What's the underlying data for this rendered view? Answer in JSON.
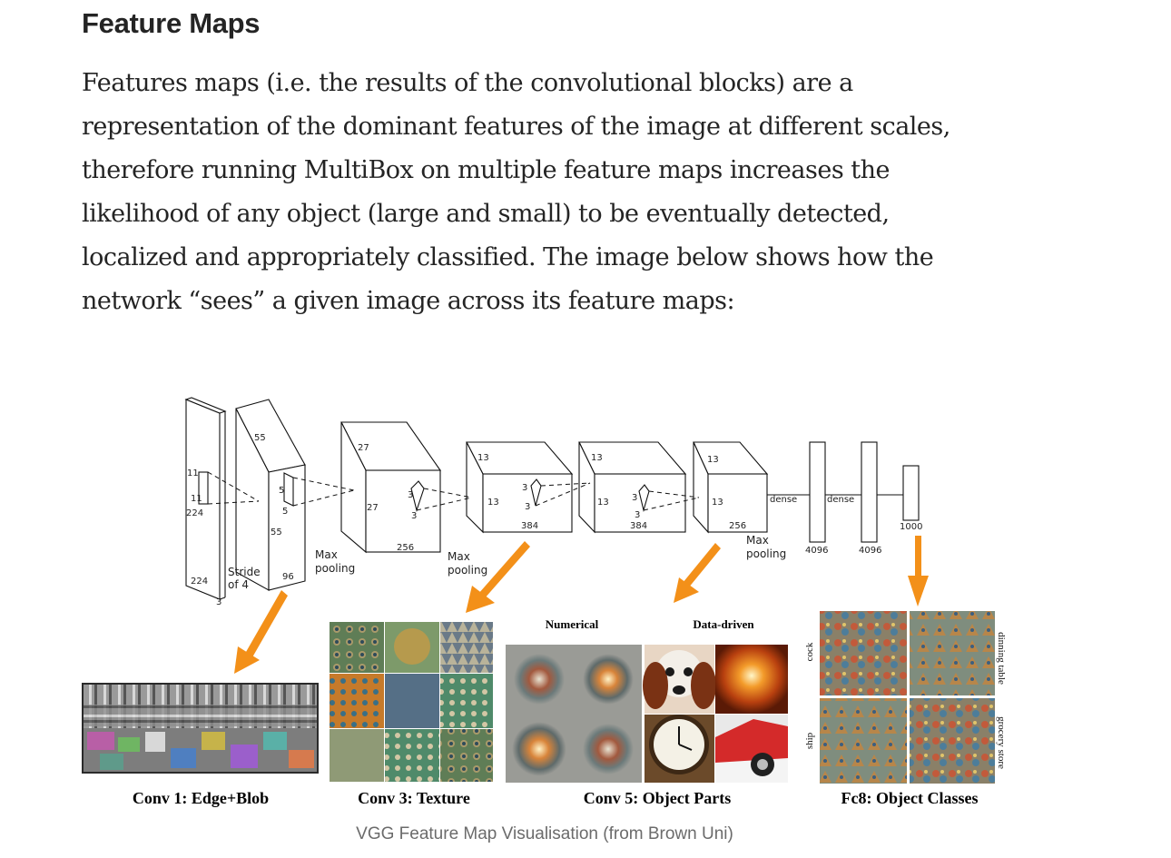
{
  "article": {
    "section_title": "Feature Maps",
    "paragraph": "Features maps (i.e. the results of the convolutional blocks) are a representation of the dominant features of the image at different scales, therefore running MultiBox on multiple feature maps increases the likelihood of any object (large and small) to be eventually detected, localized and appropriately classified. The image below shows how the network “sees” a given image across its feature maps:"
  },
  "figure": {
    "caption": "VGG Feature Map Visualisation (from Brown Uni)",
    "diagram_labels": {
      "l11a": "11",
      "l11b": "11",
      "l224a": "224",
      "l224b": "224",
      "l3": "3",
      "l55a": "55",
      "l55b": "55",
      "l5a": "5",
      "l5b": "5",
      "stride1": "Stride",
      "stride2": "of 4",
      "l96": "96",
      "maxpool1a": "Max",
      "maxpool1b": "pooling",
      "l27a": "27",
      "l27b": "27",
      "l3a": "3",
      "l3b": "3",
      "l256a": "256",
      "maxpool2a": "Max",
      "maxpool2b": "pooling",
      "l13a": "13",
      "l13b": "13",
      "l3c": "3",
      "l3d": "3",
      "l384a": "384",
      "l13c": "13",
      "l13d": "13",
      "l3e": "3",
      "l3f": "3",
      "l384b": "384",
      "l13e": "13",
      "l13f": "13",
      "l256b": "256",
      "maxpool3a": "Max",
      "maxpool3b": "pooling",
      "dense1": "dense",
      "dense2": "dense",
      "l4096a": "4096",
      "l4096b": "4096",
      "l1000": "1000"
    },
    "panels": {
      "conv1": "Conv 1: Edge+Blob",
      "conv3": "Conv 3: Texture",
      "conv5": "Conv 5: Object Parts",
      "fc8": "Fc8: Object Classes",
      "numerical": "Numerical",
      "data_driven": "Data-driven",
      "cock": "cock",
      "dinning_table": "dinning table",
      "ship": "ship",
      "grocery_store": "grocery store"
    },
    "colors": {
      "arrow": "#f39019",
      "caption": "#6b6b6b"
    }
  }
}
